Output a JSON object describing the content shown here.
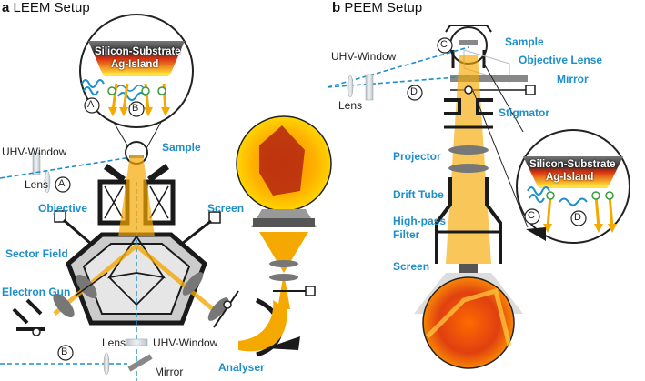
{
  "left": {
    "panel_letter": "a",
    "title": "LEEM Setup",
    "inset_substrate": "Silicon-Substrate",
    "inset_island": "Ag-Island",
    "marker_a": "A",
    "marker_b": "B",
    "sample": "Sample",
    "uhv_window_top": "UHV-Window",
    "lens_top": "Lens",
    "objective": "Objective",
    "screen": "Screen",
    "sector_field": "Sector Field",
    "electron_gun": "Electron Gun",
    "lens_bottom": "Lens",
    "uhv_window_bottom": "UHV-Window",
    "mirror": "Mirror",
    "analyser": "Analyser"
  },
  "right": {
    "panel_letter": "b",
    "title": "PEEM Setup",
    "marker_c": "C",
    "marker_d": "D",
    "sample": "Sample",
    "uhv_window": "UHV-Window",
    "objective_lense": "Objective Lense",
    "mirror": "Mirror",
    "lens": "Lens",
    "stigmator": "Stigmator",
    "projector": "Projector",
    "drift_tube": "Drift Tube",
    "high_pass": "High-pass",
    "filter": "Filter",
    "screen": "Screen",
    "inset_substrate": "Silicon-Substrate",
    "inset_island": "Ag-Island"
  },
  "colors": {
    "label_blue": "#1e8fc8",
    "beam_orange": "#f5a800",
    "laser_blue": "#1e8fc8",
    "apparatus_dark": "#1a1a1a"
  }
}
